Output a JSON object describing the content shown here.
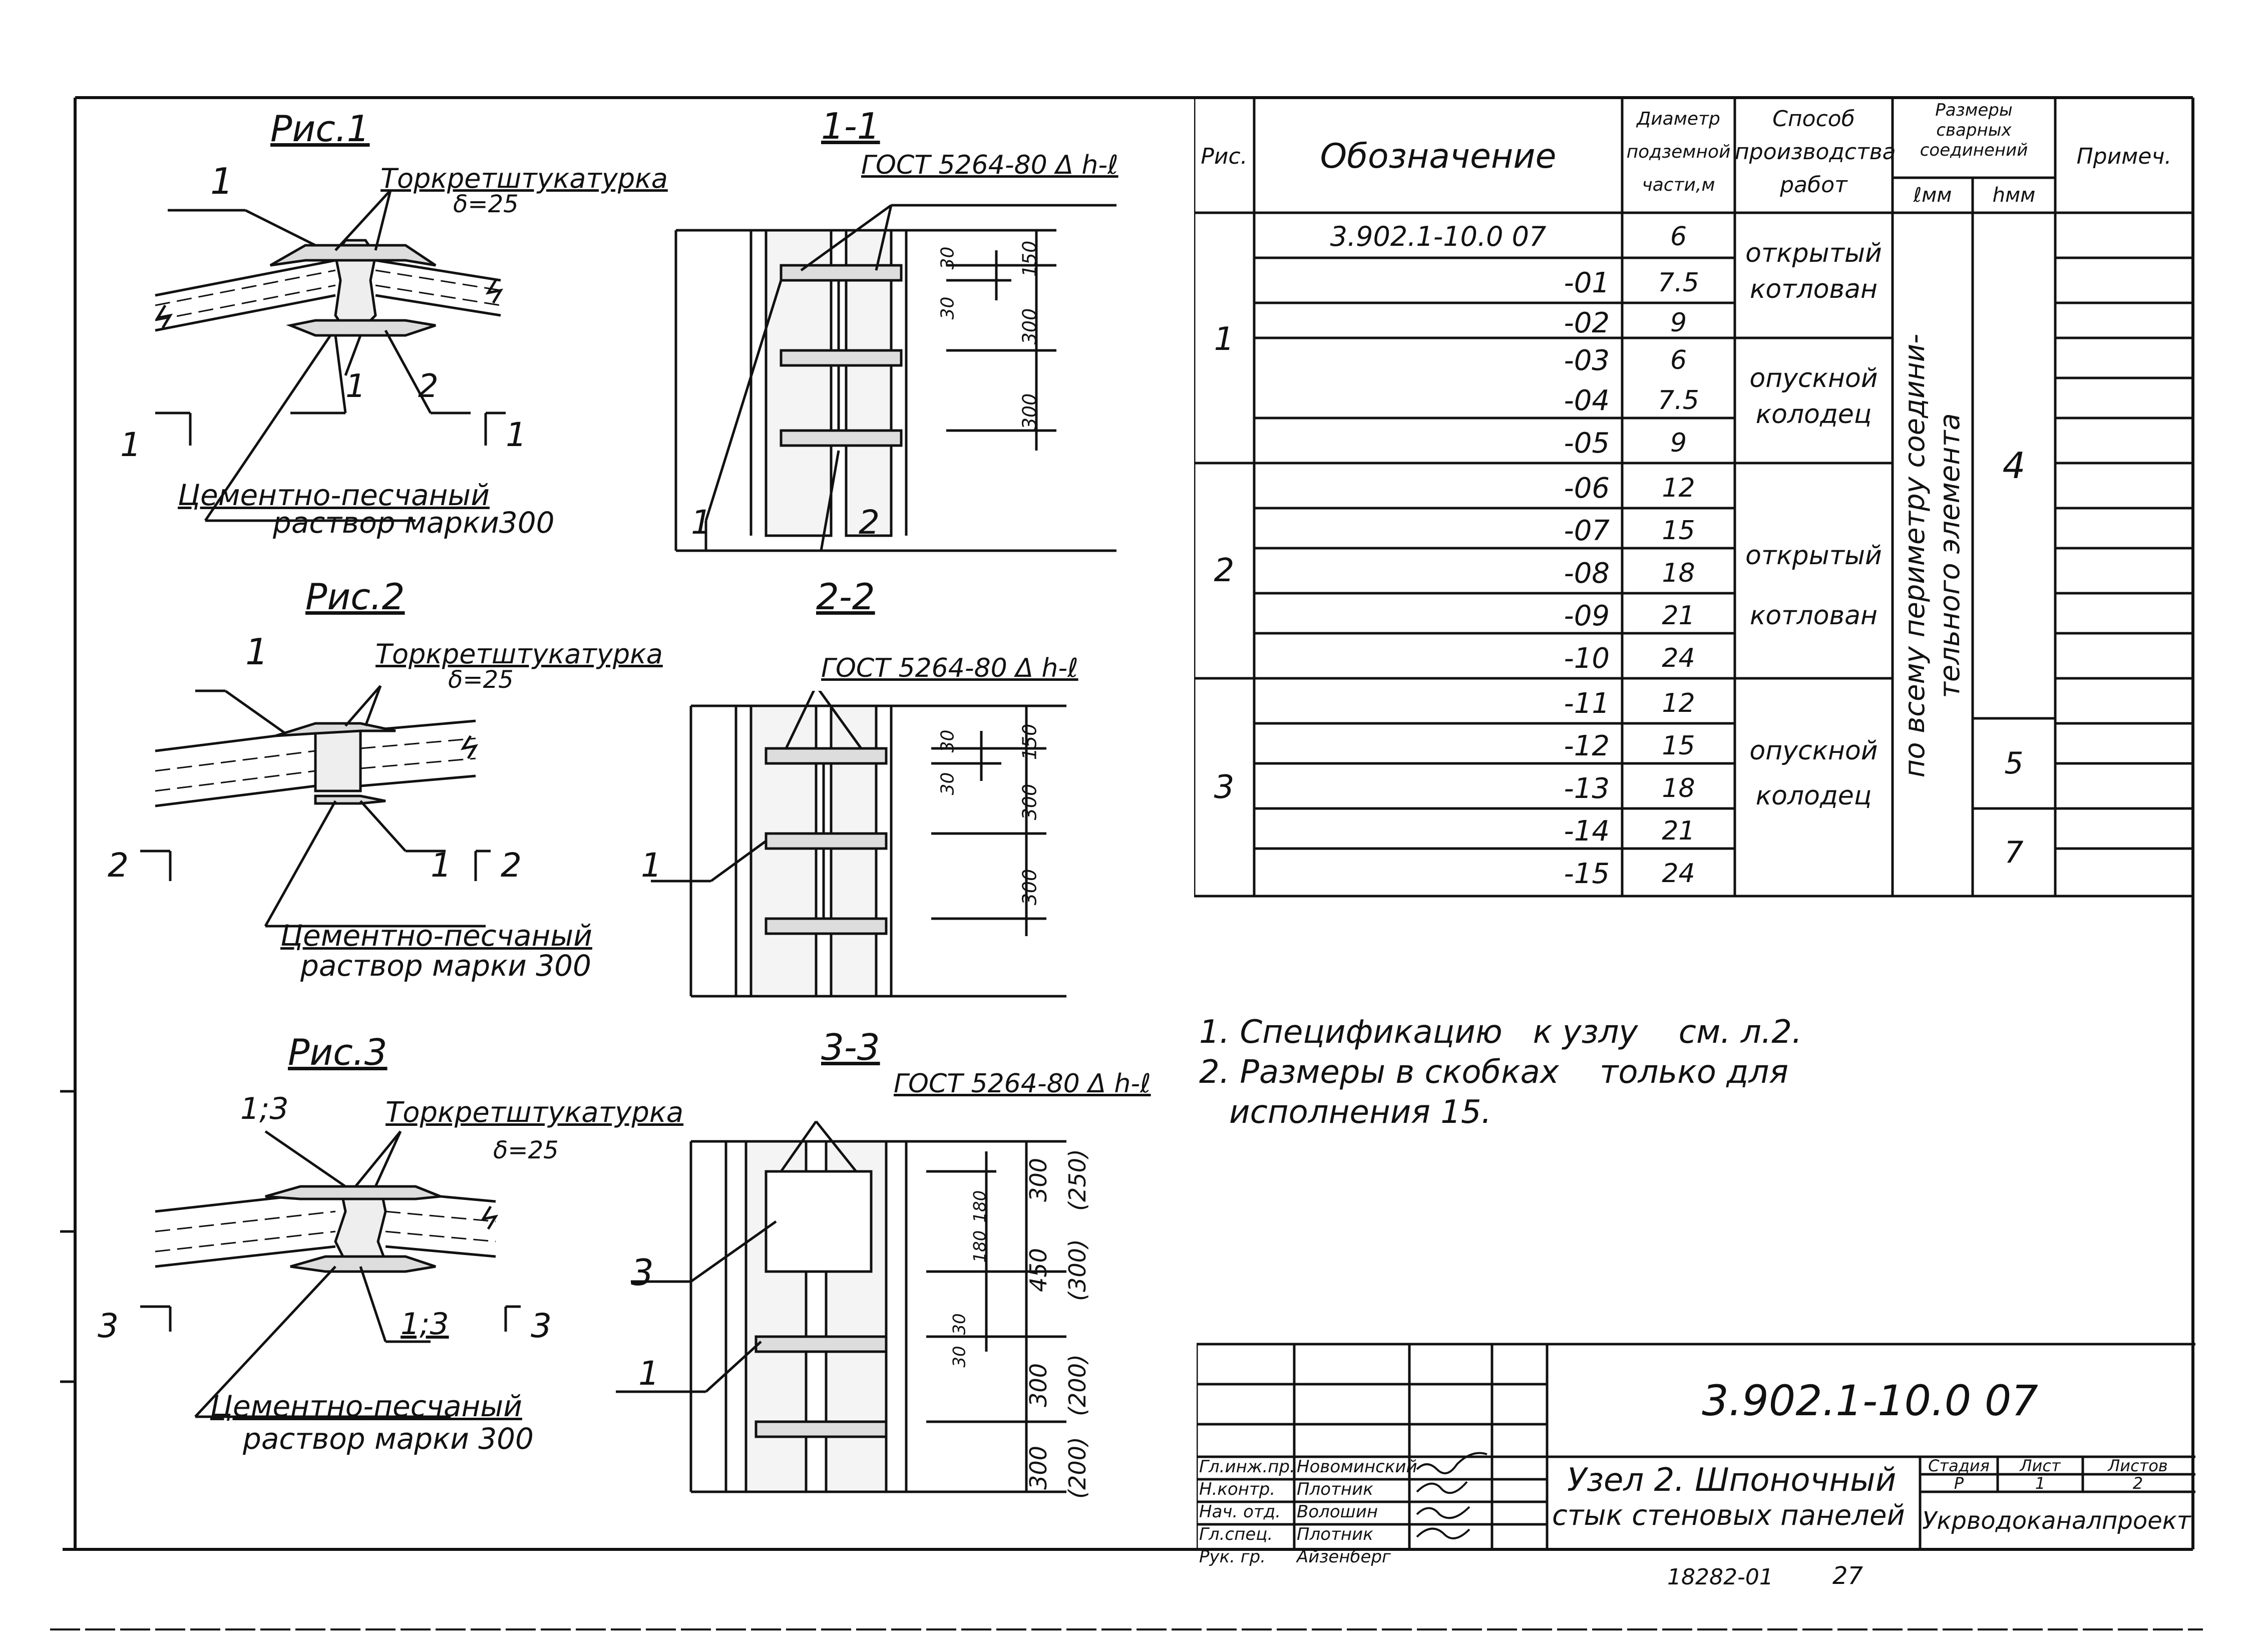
{
  "fig1": {
    "title": "Рис.1",
    "section_title": "1-1",
    "callout_1": "1",
    "callout_torkret": "Торкретштукатурка",
    "callout_delta": "δ=25",
    "callout_1b": "1",
    "callout_2": "2",
    "cut_left": "1",
    "cut_right": "1",
    "mortar_line1": "Цементно-песчаный",
    "mortar_line2": "раствор марки300",
    "gost": "ГОСТ 5264-80 Δ h-ℓ",
    "dim_150": "150",
    "dim_300a": "300",
    "dim_300b": "300",
    "dim_30a": "30",
    "dim_30b": "30",
    "sec_label_1": "1",
    "sec_label_2": "2"
  },
  "fig2": {
    "title": "Рис.2",
    "section_title": "2-2",
    "callout_1": "1",
    "callout_torkret": "Торкретштукатурка",
    "callout_delta": "δ=25",
    "cut_left": "2",
    "cut_mid": "1",
    "cut_right": "2",
    "mortar_line1": "Цементно-песчаный",
    "mortar_line2": "раствор марки 300",
    "gost": "ГОСТ 5264-80 Δ h-ℓ",
    "dim_150": "150",
    "dim_300a": "300",
    "dim_300b": "300",
    "dim_30a": "30",
    "dim_30b": "30",
    "sec_label_1": "1"
  },
  "fig3": {
    "title": "Рис.3",
    "section_title": "3-3",
    "callout_13a": "1;3",
    "callout_torkret": "Торкретштукатурка",
    "callout_delta": "δ=25",
    "callout_13b": "1;3",
    "cut_left": "3",
    "cut_right": "3",
    "mortar_line1": "Цементно-песчаный",
    "mortar_line2": "раствор марки 300",
    "gost": "ГОСТ 5264-80 Δ h-ℓ",
    "dim_300a": "300",
    "dim_250": "(250)",
    "dim_450": "450",
    "dim_300p": "(300)",
    "dim_300b": "300",
    "dim_200a": "(200)",
    "dim_300c": "300",
    "dim_200b": "(200)",
    "dim_180a": "180",
    "dim_180b": "180",
    "dim_30a": "30",
    "dim_30b": "30",
    "sec_label_3": "3",
    "sec_label_1": "1"
  },
  "spec_table": {
    "headers": {
      "ris": "Рис.",
      "designation": "Обозначение",
      "diameter": [
        "Диаметр",
        "подземной",
        "части,м"
      ],
      "method": [
        "Способ",
        "производства",
        "работ"
      ],
      "weld": [
        "Размеры",
        "сварных",
        "соединений"
      ],
      "l_mm": "ℓмм",
      "h_mm": "hмм",
      "note": "Примеч."
    },
    "rows": [
      {
        "code": "3.902.1-10.0 07",
        "d": "6"
      },
      {
        "code": "-01",
        "d": "7.5"
      },
      {
        "code": "-02",
        "d": "9"
      },
      {
        "code": "-03",
        "d": "6"
      },
      {
        "code": "-04",
        "d": "7.5"
      },
      {
        "code": "-05",
        "d": "9"
      },
      {
        "code": "-06",
        "d": "12"
      },
      {
        "code": "-07",
        "d": "15"
      },
      {
        "code": "-08",
        "d": "18"
      },
      {
        "code": "-09",
        "d": "21"
      },
      {
        "code": "-10",
        "d": "24"
      },
      {
        "code": "-11",
        "d": "12"
      },
      {
        "code": "-12",
        "d": "15"
      },
      {
        "code": "-13",
        "d": "18"
      },
      {
        "code": "-14",
        "d": "21"
      },
      {
        "code": "-15",
        "d": "24"
      }
    ],
    "ris_groups": [
      "1",
      "2",
      "3"
    ],
    "methods": [
      [
        "открытый",
        "котлован"
      ],
      [
        "опускной",
        "колодец"
      ],
      [
        "открытый",
        "котлован"
      ],
      [
        "опускной",
        "колодец"
      ]
    ],
    "l_vertical": [
      "по всему периметру соедини-",
      "тельного элемента"
    ],
    "h_values": [
      "4",
      "5",
      "7"
    ]
  },
  "notes": {
    "line1": "1. Спецификацию   к узлу    см. л.2.",
    "line2": "2. Размеры в скобках    только для",
    "line3": "исполнения 15."
  },
  "title_block": {
    "roles": [
      "Гл.инж.пр.",
      "Н.контр.",
      "Нач. отд.",
      "Гл.спец.",
      "Рук. гр."
    ],
    "names": [
      "Новоминский",
      "Плотник",
      "Волошин",
      "Плотник",
      "Айзенберг"
    ],
    "doc_code": "3.902.1-10.0 07",
    "title_line1": "Узел 2. Шпоночный",
    "title_line2": "стык стеновых панелей",
    "stage_label": "Стадия",
    "sheet_label": "Лист",
    "sheets_label": "Листов",
    "stage": "Р",
    "sheet": "1",
    "sheets": "2",
    "org": "Укрводоканалпроект"
  },
  "footer": {
    "archive": "18282-01",
    "page": "27"
  }
}
